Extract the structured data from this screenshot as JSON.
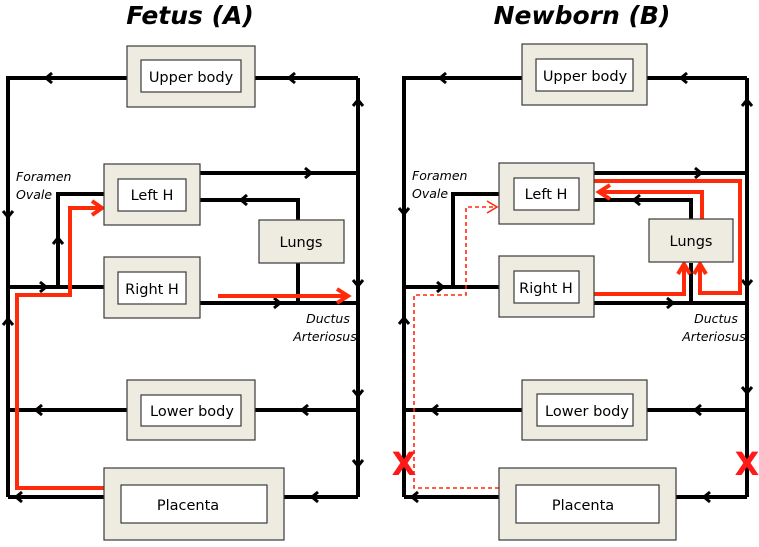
{
  "panels": [
    {
      "title": "Fetus (A)",
      "boxes": {
        "upper_body": "Upper body",
        "left_heart": "Left H",
        "right_heart": "Right H",
        "lungs": "Lungs",
        "lower_body": "Lower body",
        "placenta": "Placenta"
      },
      "annotations": {
        "foramen_ovale": [
          "Foramen",
          "Ovale"
        ],
        "ductus_arteriosus": [
          "Ductus",
          "Arteriosus"
        ]
      },
      "oxygenated_flow": "solid",
      "blocked_vessels": []
    },
    {
      "title": "Newborn (B)",
      "boxes": {
        "upper_body": "Upper body",
        "left_heart": "Left H",
        "right_heart": "Right H",
        "lungs": "Lungs",
        "lower_body": "Lower body",
        "placenta": "Placenta"
      },
      "annotations": {
        "foramen_ovale": [
          "Foramen",
          "Ovale"
        ],
        "ductus_arteriosus": [
          "Ductus",
          "Arteriosus"
        ]
      },
      "oxygenated_flow": "dashed-from-placenta, solid-through-lungs",
      "blocked_vessels": [
        "umbilical-vein",
        "umbilical-artery"
      ],
      "block_marker": "X"
    }
  ],
  "colors": {
    "flow_line": "#000000",
    "oxygenated_path": "#ff2a0a",
    "block_marker": "#ff1a1a",
    "box_fill": "#eeece1",
    "inner_box_fill": "#ffffff"
  }
}
